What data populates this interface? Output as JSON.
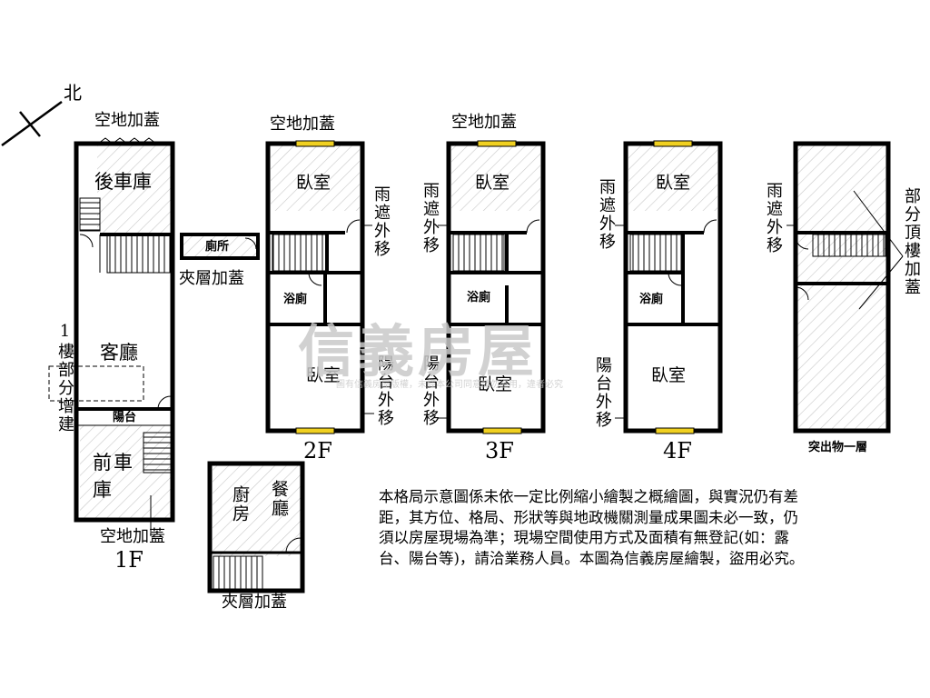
{
  "compass": {
    "north": "北"
  },
  "floor_1f": {
    "top_label": "空地加蓋",
    "rear_garage": "後車庫",
    "living_room": "客廳",
    "balcony": "陽台",
    "front_garage": "前車庫",
    "bottom_label": "空地加蓋",
    "side_note": "1樓部分增建",
    "floor_label": "1F"
  },
  "mezzanine_small": {
    "toilet": "廁所",
    "label": "夾層加蓋"
  },
  "mezzanine_large": {
    "kitchen": "廚房",
    "dining": "餐廳",
    "label": "夾層加蓋"
  },
  "floor_2f": {
    "top_label": "空地加蓋",
    "bedroom_top": "臥室",
    "bathroom": "浴廁",
    "bedroom_bottom": "臥室",
    "canopy": "雨遮外移",
    "balcony": "陽台外移",
    "floor_label": "2F"
  },
  "floor_3f": {
    "top_label": "空地加蓋",
    "bedroom_top": "臥室",
    "bathroom": "浴廁",
    "bedroom_bottom": "臥室",
    "canopy": "雨遮外移",
    "balcony": "陽台外移",
    "floor_label": "3F"
  },
  "floor_4f": {
    "bedroom_top": "臥室",
    "bathroom": "浴廁",
    "bedroom_bottom": "臥室",
    "canopy": "雨遮外移",
    "balcony": "陽台外移",
    "floor_label": "4F"
  },
  "roof": {
    "canopy": "雨遮外移",
    "roof_addition": "部分頂樓加蓋",
    "label": "突出物一層"
  },
  "watermark": {
    "brand": "信義房屋",
    "notice": "圖有信義房屋版權，未經本公司同意請勿盜用，違者必究"
  },
  "disclaimer": "本格局示意圖係未依一定比例縮小繪製之概繪圖，與實況仍有差距，其方位、格局、形狀等與地政機關測量成果圖未必一致，仍須以房屋現場為準；現場空間使用方式及面積有無登記(如：露台、陽台等)，請洽業務人員。本圖為信義房屋繪製，盜用必究。",
  "colors": {
    "hatch": "#c8c8c8",
    "window": "#f0d020",
    "line": "#000000"
  }
}
